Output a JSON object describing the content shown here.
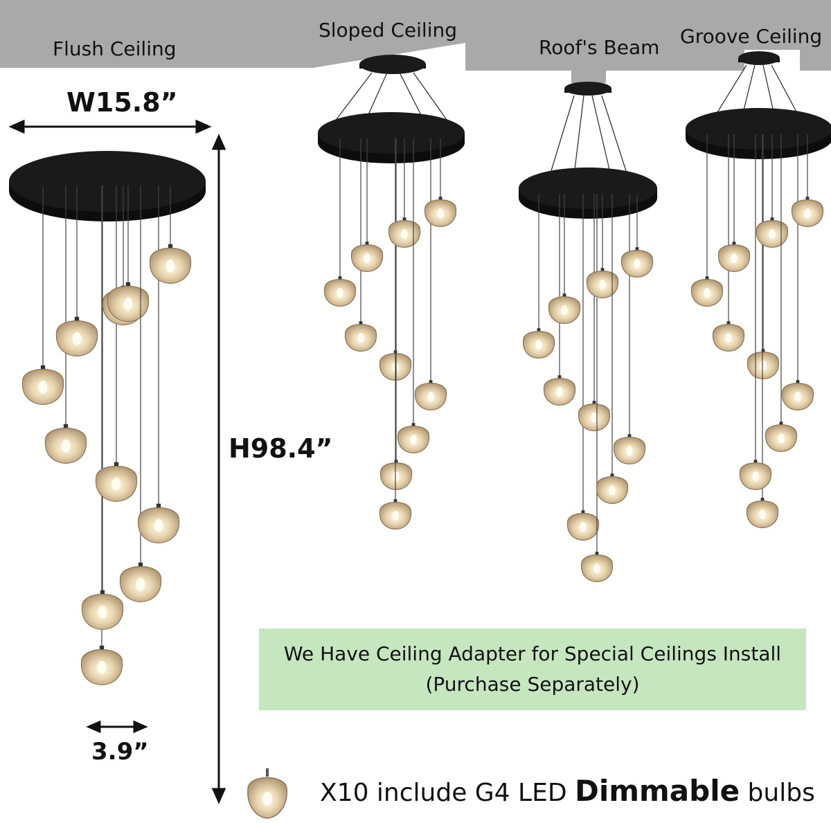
{
  "ceiling_types": {
    "flush": "Flush Ceiling",
    "sloped": "Sloped Ceiling",
    "beam": "Roof's Beam",
    "groove": "Groove Ceiling"
  },
  "dimensions": {
    "width": "W15.8”",
    "height": "H98.4”",
    "shade": "3.9”"
  },
  "adapter_note": {
    "line1": "We Have Ceiling Adapter for Special Ceilings Install",
    "line2": "(Purchase Separately)"
  },
  "bulb_note": {
    "prefix": "X10 include G4 LED",
    "emphasis": "Dimmable",
    "suffix": "bulbs"
  },
  "colors": {
    "ceiling": "#a9a9a9",
    "canopy": "#1a1a1a",
    "glass": "#e8d8b8",
    "note_bg": "#c6e6c0"
  }
}
